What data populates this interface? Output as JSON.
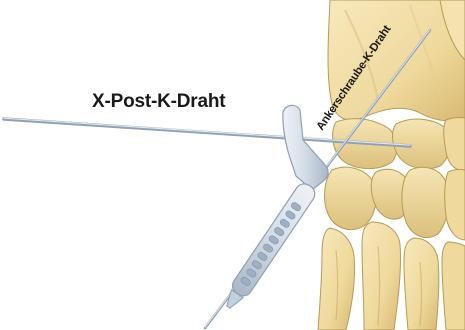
{
  "labels": {
    "x_post_wire": "X-Post-K-Draht",
    "anchor_screw_wire": "Ankerschraube-K-Draht"
  },
  "colors": {
    "bone_fill": "#f1dfa6",
    "bone_shadow": "#d9bd73",
    "bone_outline": "#b69a55",
    "wire": "#a9b9cc",
    "wire_dark": "#7e92a9",
    "guide_fill": "#d4dde7",
    "guide_outline": "#8ea0b5",
    "text": "#1a1a1a"
  },
  "icons": {
    "bones": "wrist-bones-illustration",
    "wire": "kirschner-wire",
    "guide": "drill-guide-instrument"
  }
}
